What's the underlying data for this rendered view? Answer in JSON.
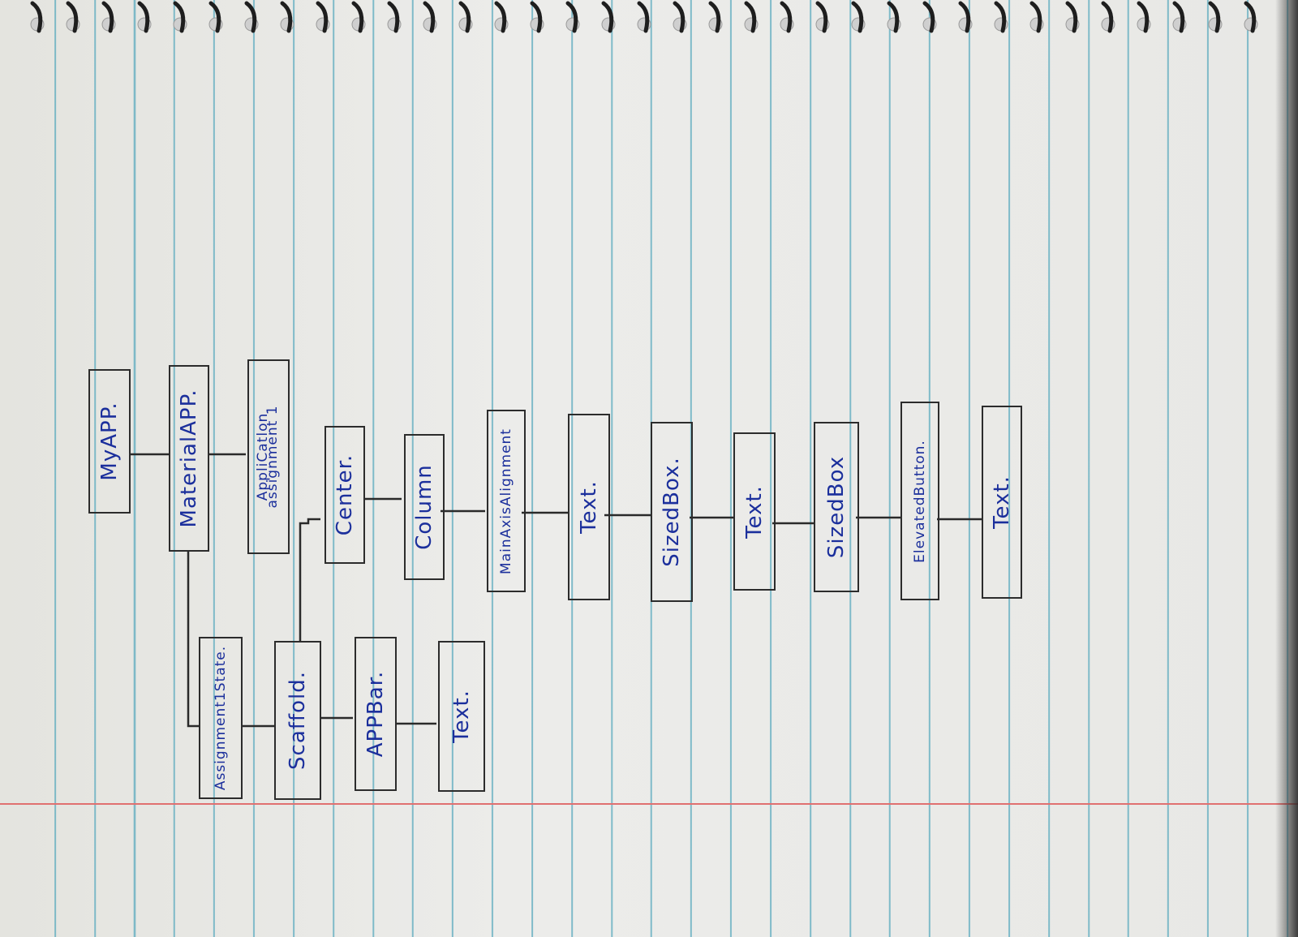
{
  "diagram": {
    "nodes": {
      "myapp": "MyAPP.",
      "materialapp": "MaterialAPP.",
      "app_title": "AppliCatlon",
      "app_title_line1": "assignment 1",
      "assignment_state": "Assignment1State.",
      "scaffold": "Scaffold.",
      "appbar": "APPBar.",
      "appbar_text": "Text.",
      "center": "Center.",
      "column": "Column",
      "main_axis": "MainAxisAlignment",
      "text1": "Text.",
      "sizedbox1": "SizedBox.",
      "text2": "Text.",
      "sizedbox2": "SizedBox",
      "elevated_button": "ElevatedButton.",
      "button_text": "Text."
    }
  },
  "colors": {
    "ink": "#1b2f9c",
    "rule": "#5aaabe",
    "margin": "#e07070"
  }
}
